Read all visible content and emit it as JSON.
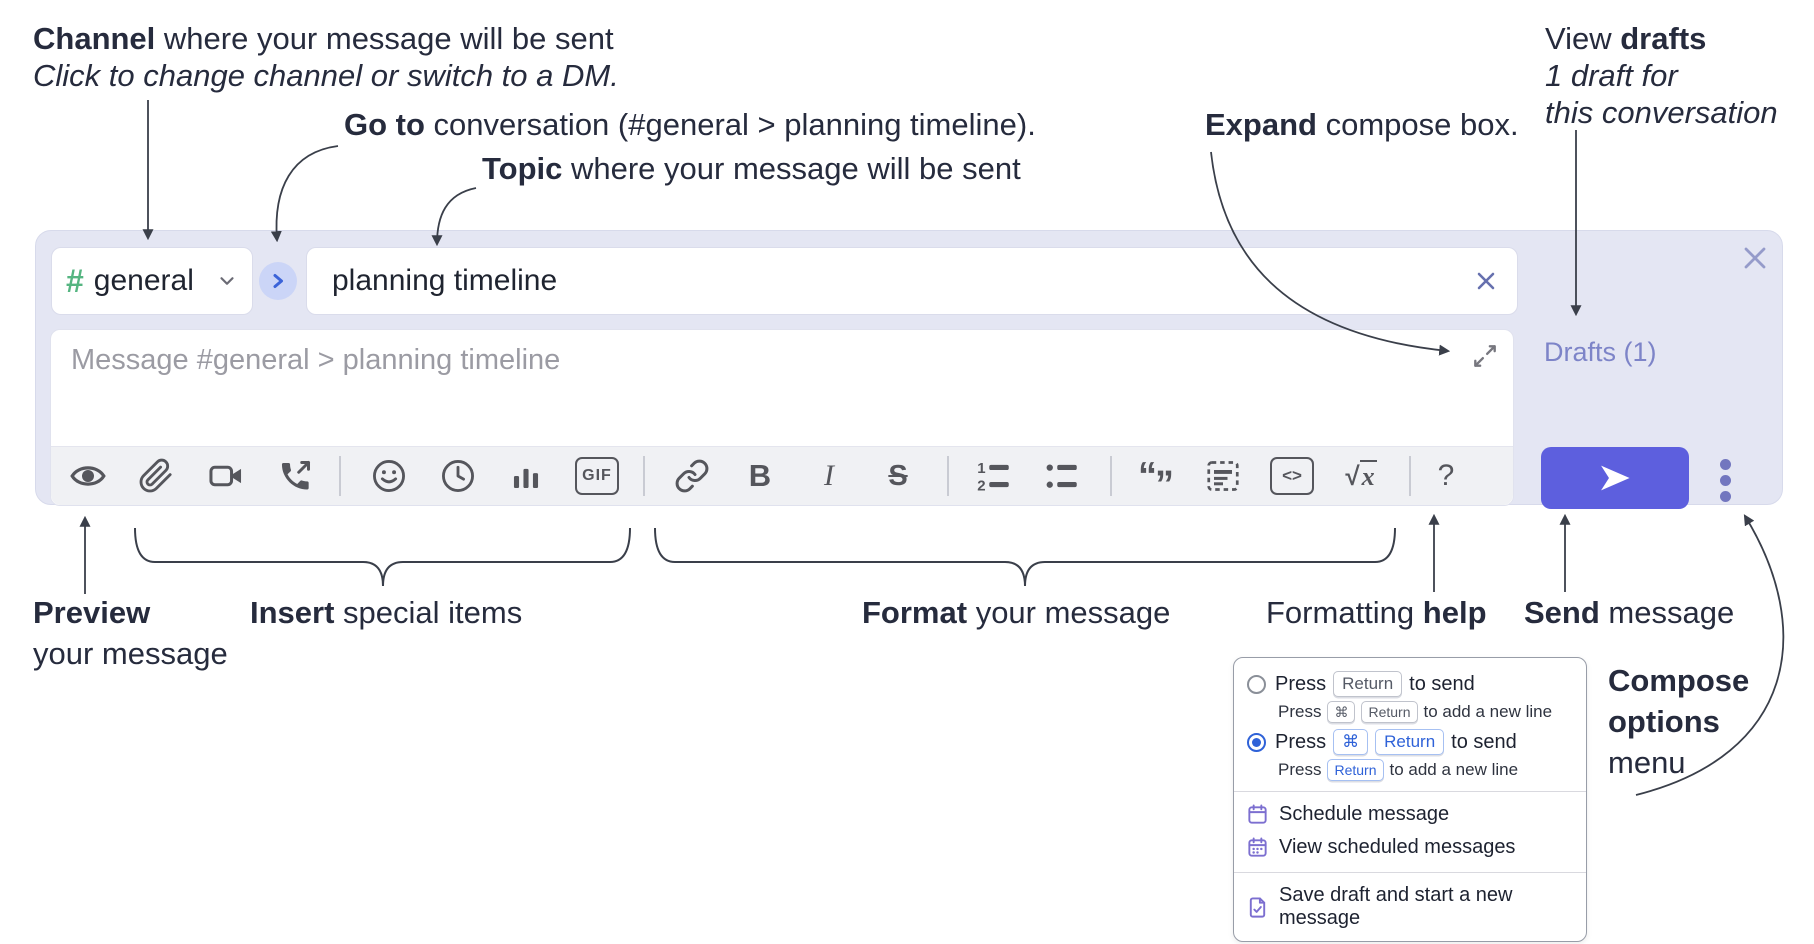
{
  "annotations": {
    "channel": {
      "bold": "Channel",
      "rest": " where your message will be sent",
      "sub": "Click to change channel or switch to a DM."
    },
    "goto": {
      "bold": "Go to",
      "rest": " conversation (#general > planning timeline)."
    },
    "topic": {
      "bold": "Topic",
      "rest": " where your message will be sent"
    },
    "expand": {
      "bold": "Expand",
      "rest": " compose box."
    },
    "view_drafts": {
      "regular": "View ",
      "bold": "drafts",
      "line2": "1 draft for",
      "line3": "this conversation"
    },
    "preview": {
      "bold": "Preview",
      "line2": "your message"
    },
    "insert": {
      "bold": "Insert",
      "rest": " special items"
    },
    "format": {
      "bold": "Format",
      "rest": " your message"
    },
    "formatting_help": {
      "regular": "Formatting ",
      "bold": "help"
    },
    "send": {
      "bold": "Send",
      "rest": " message"
    },
    "compose_options": {
      "line1": "Compose",
      "line2": "options",
      "line3": "menu"
    }
  },
  "compose": {
    "channel_hash": "#",
    "channel_name": "general",
    "topic_value": "planning timeline",
    "message_placeholder": "Message #general > planning timeline",
    "drafts_link": "Drafts (1)",
    "toolbar": {
      "icons": [
        "preview-eye",
        "attach-file",
        "start-video-call",
        "start-voice-call",
        "emoji",
        "time",
        "poll",
        "gif",
        "link",
        "bold",
        "italic",
        "strikethrough",
        "numbered-list",
        "bulleted-list",
        "quote",
        "spoiler",
        "code",
        "math",
        "help"
      ],
      "gif_label": "GIF",
      "bold_label": "B",
      "italic_label": "I",
      "strike_label": "S",
      "code_label": "<>",
      "math_sqrt": "√",
      "math_x": "x",
      "quote_open": "“",
      "quote_close": "”",
      "help_label": "?"
    },
    "colors": {
      "panel_bg": "#e4e6f3",
      "send_button": "#5d5fde",
      "drafts_link": "#7d84c8",
      "accent_blue": "#3b63d8",
      "menu_icon_purple": "#7c6fd0",
      "channel_hash_green": "#55b581"
    }
  },
  "menu": {
    "option1": {
      "press": "Press",
      "key": "Return",
      "tail": "to send",
      "sub_press": "Press",
      "sub_key1": "⌘",
      "sub_key2": "Return",
      "sub_tail": "to add a new line"
    },
    "option2": {
      "press": "Press",
      "key1": "⌘",
      "key2": "Return",
      "tail": "to send",
      "sub_press": "Press",
      "sub_key": "Return",
      "sub_tail": "to add a new line"
    },
    "items": [
      "Schedule message",
      "View scheduled messages",
      "Save draft and start a new message"
    ]
  }
}
